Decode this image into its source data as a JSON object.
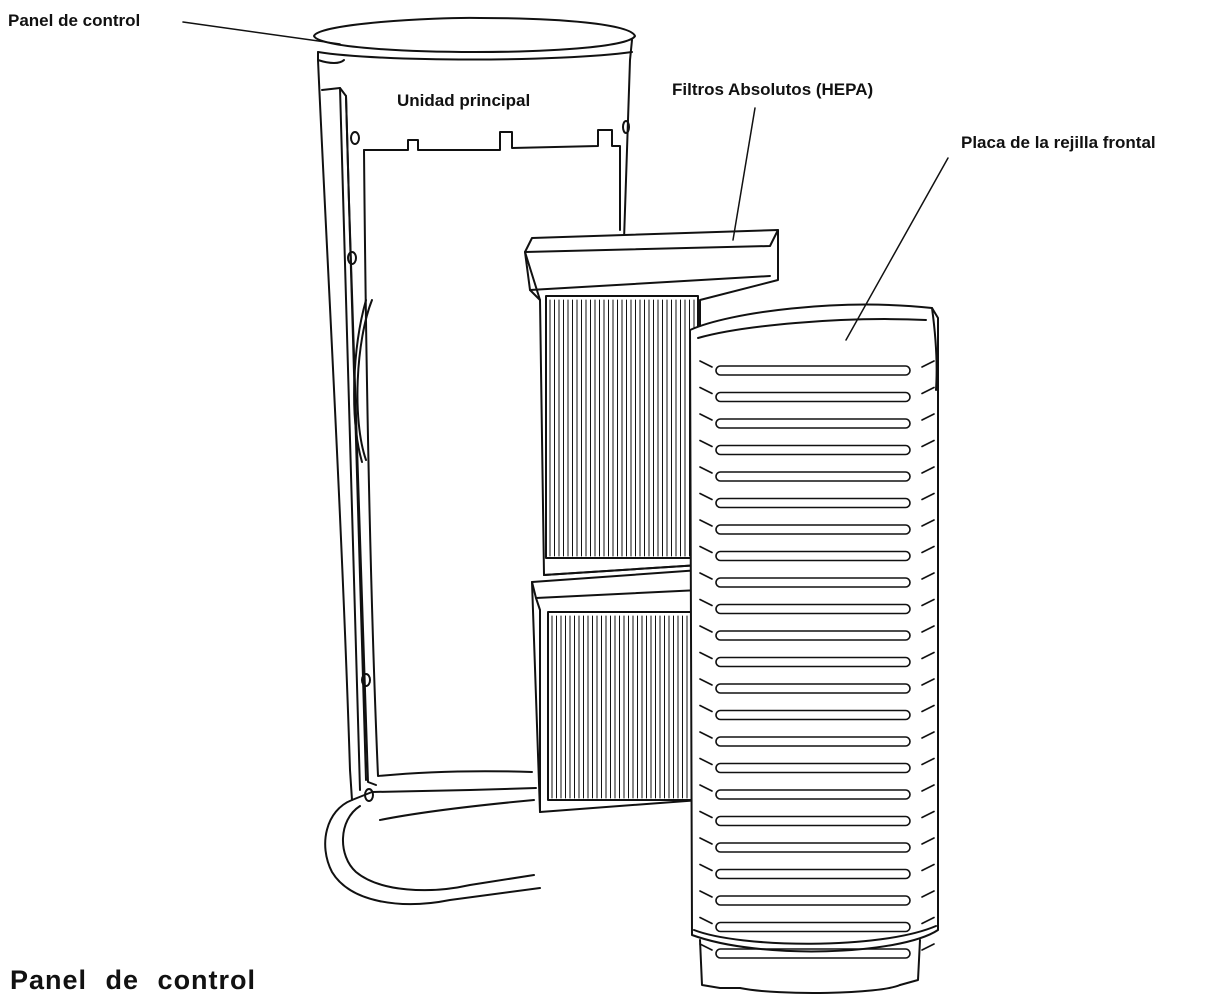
{
  "labels": {
    "control_panel": "Panel de control",
    "main_unit": "Unidad principal",
    "hepa_filters": "Filtros Absolutos (HEPA)",
    "front_grille": "Placa de la rejilla frontal"
  },
  "section_heading": "Panel de control",
  "colors": {
    "line": "#111111",
    "background": "#ffffff"
  }
}
